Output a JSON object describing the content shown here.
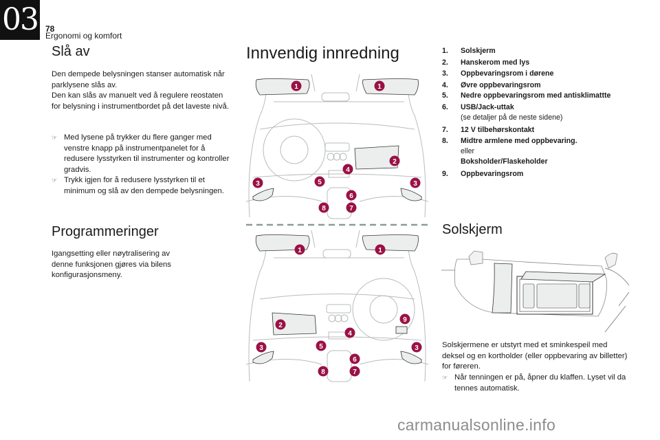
{
  "header": {
    "chapter_number": "03",
    "page_number": "78",
    "chapter_title": "Ergonomi og komfort"
  },
  "left_column": {
    "section1": {
      "title": "Slå av",
      "paragraph1": "Den dempede belysningen stanser automatisk når parklysene slås av.",
      "paragraph2": "Den kan slås av manuelt ved å regulere reostaten for belysning i instrumentbordet på det laveste nivå.",
      "bullets": [
        {
          "icon": "pointing-hand-icon",
          "text": "Med lysene på trykker du flere ganger med venstre knapp på instrumentpanelet for å redusere lysstyrken til instrumenter og kontroller gradvis."
        },
        {
          "icon": "pointing-hand-icon",
          "text": "Trykk igjen for å redusere lysstyrken til et minimum og slå av den dempede belysningen."
        }
      ]
    },
    "section2": {
      "title": "Programmeringer",
      "paragraph": "Igangsetting eller nøytralisering av denne funksjonen gjøres via bilens konfigurasjonsmeny."
    }
  },
  "middle_column": {
    "title": "Innvendig innredning",
    "diagram_top": {
      "label": "Left-hand drive interior",
      "badges": [
        "1",
        "1",
        "2",
        "3",
        "3",
        "4",
        "5",
        "6",
        "7",
        "8"
      ]
    },
    "diagram_bottom": {
      "label": "Right-hand drive interior",
      "badges": [
        "1",
        "1",
        "2",
        "3",
        "3",
        "4",
        "5",
        "6",
        "7",
        "8",
        "9"
      ]
    },
    "badge_color": "#9a1145",
    "divider_color": "#8a9a9a"
  },
  "right_column": {
    "items": [
      {
        "num": "1.",
        "label": "Solskjerm"
      },
      {
        "num": "2.",
        "label": "Hanskerom med lys"
      },
      {
        "num": "3.",
        "label": "Oppbevaringsrom i dørene"
      },
      {
        "num": "4.",
        "label": "Øvre oppbevaringsrom"
      },
      {
        "num": "5.",
        "label": "Nedre oppbevaringsrom med antisklimattte"
      },
      {
        "num": "6.",
        "label": "USB/Jack-uttak",
        "note": "(se detaljer på de neste sidene)"
      },
      {
        "num": "7.",
        "label": "12 V tilbehørskontakt"
      },
      {
        "num": "8.",
        "label": "Midtre armlene med oppbevaring.",
        "note": "eller",
        "label2": "Boksholder/Flaskeholder"
      },
      {
        "num": "9.",
        "label": "Oppbevaringsrom"
      }
    ],
    "section": {
      "title": "Solskjerm",
      "paragraph": "Solskjermene er utstyrt med et sminkespeil med deksel og en kortholder (eller oppbevaring av billetter) for føreren.",
      "bullets": [
        {
          "icon": "pointing-hand-icon",
          "text": "Når tenningen er på, åpner du klaffen. Lyset vil da tennes automatisk."
        }
      ]
    }
  },
  "watermark": "carmanualsonline.info"
}
